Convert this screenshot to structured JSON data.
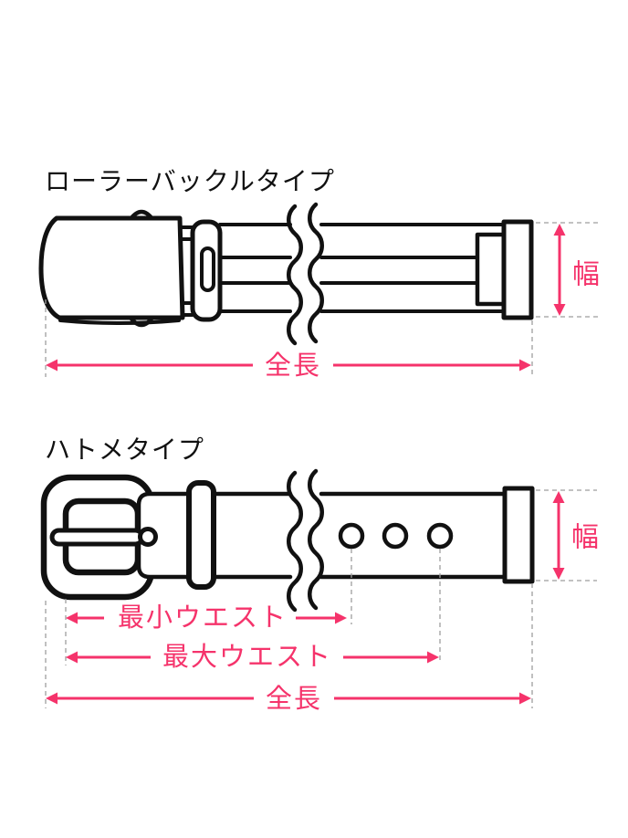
{
  "colors": {
    "outline": "#111111",
    "accent": "#F5336B",
    "guide": "#9E9E9E"
  },
  "sections": {
    "roller": {
      "title": "ローラーバックルタイプ",
      "labels": {
        "width": "幅",
        "total_length": "全長"
      }
    },
    "eyelet": {
      "title": "ハトメタイプ",
      "labels": {
        "width": "幅",
        "min_waist": "最小ウエスト",
        "max_waist": "最大ウエスト",
        "total_length": "全長"
      }
    }
  }
}
